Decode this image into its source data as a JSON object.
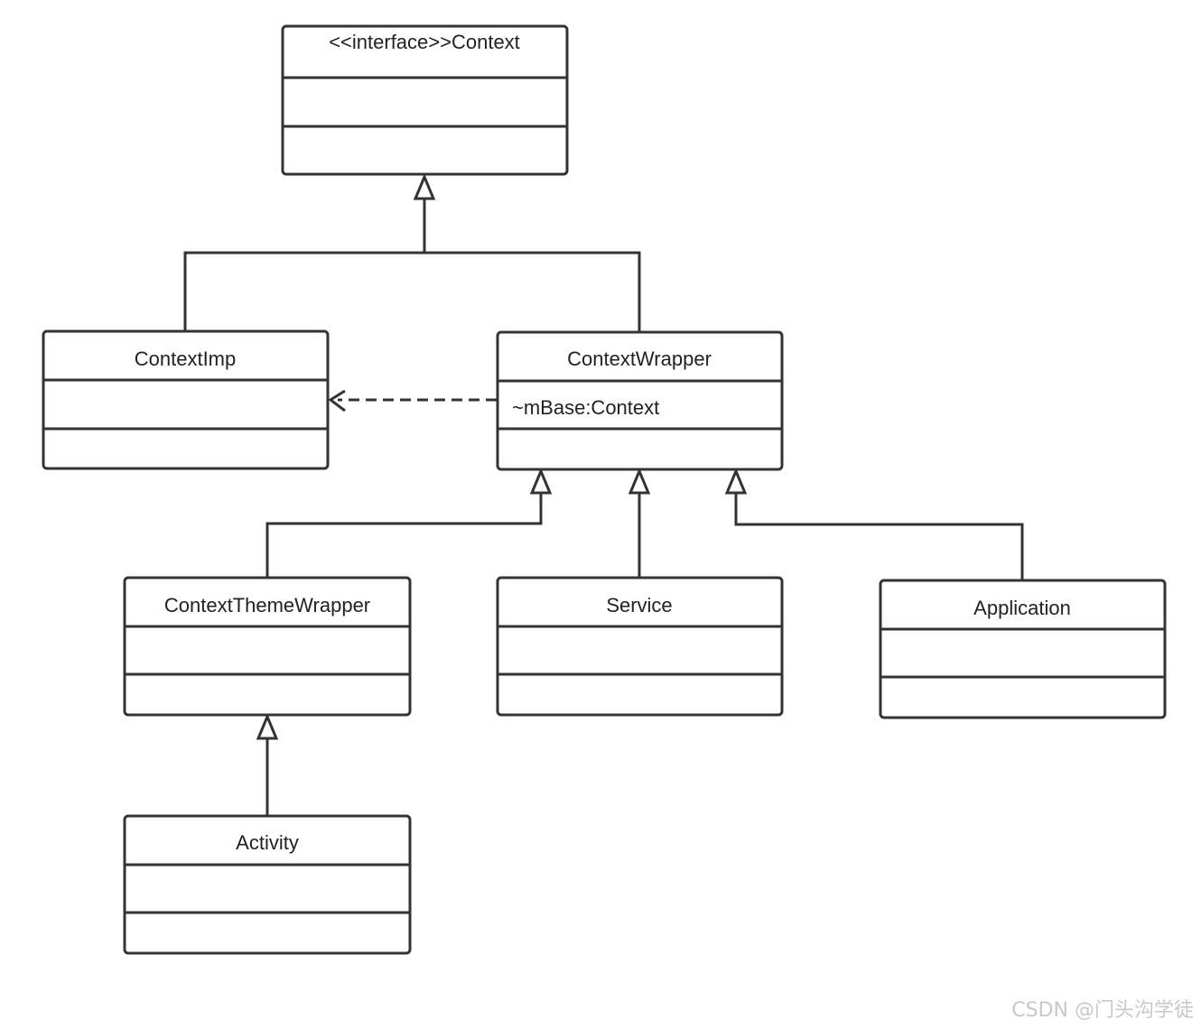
{
  "classes": {
    "context": {
      "name": "<<interface>>Context",
      "attributes": ""
    },
    "context_imp": {
      "name": "ContextImp",
      "attributes": ""
    },
    "context_wrapper": {
      "name": "ContextWrapper",
      "attributes": "~mBase:Context"
    },
    "context_theme_wrapper": {
      "name": "ContextThemeWrapper",
      "attributes": ""
    },
    "service": {
      "name": "Service",
      "attributes": ""
    },
    "application": {
      "name": "Application",
      "attributes": ""
    },
    "activity": {
      "name": "Activity",
      "attributes": ""
    }
  },
  "relations": [
    {
      "type": "realization",
      "from": "ContextImp",
      "to": "<<interface>>Context"
    },
    {
      "type": "realization",
      "from": "ContextWrapper",
      "to": "<<interface>>Context"
    },
    {
      "type": "dependency",
      "from": "ContextWrapper",
      "to": "ContextImp"
    },
    {
      "type": "generalization",
      "from": "ContextThemeWrapper",
      "to": "ContextWrapper"
    },
    {
      "type": "generalization",
      "from": "Service",
      "to": "ContextWrapper"
    },
    {
      "type": "generalization",
      "from": "Application",
      "to": "ContextWrapper"
    },
    {
      "type": "generalization",
      "from": "Activity",
      "to": "ContextThemeWrapper"
    }
  ],
  "watermark": "CSDN @门头沟学徒",
  "colors": {
    "stroke": "#333333",
    "text": "#222222",
    "watermark": "#c8c8c8"
  }
}
